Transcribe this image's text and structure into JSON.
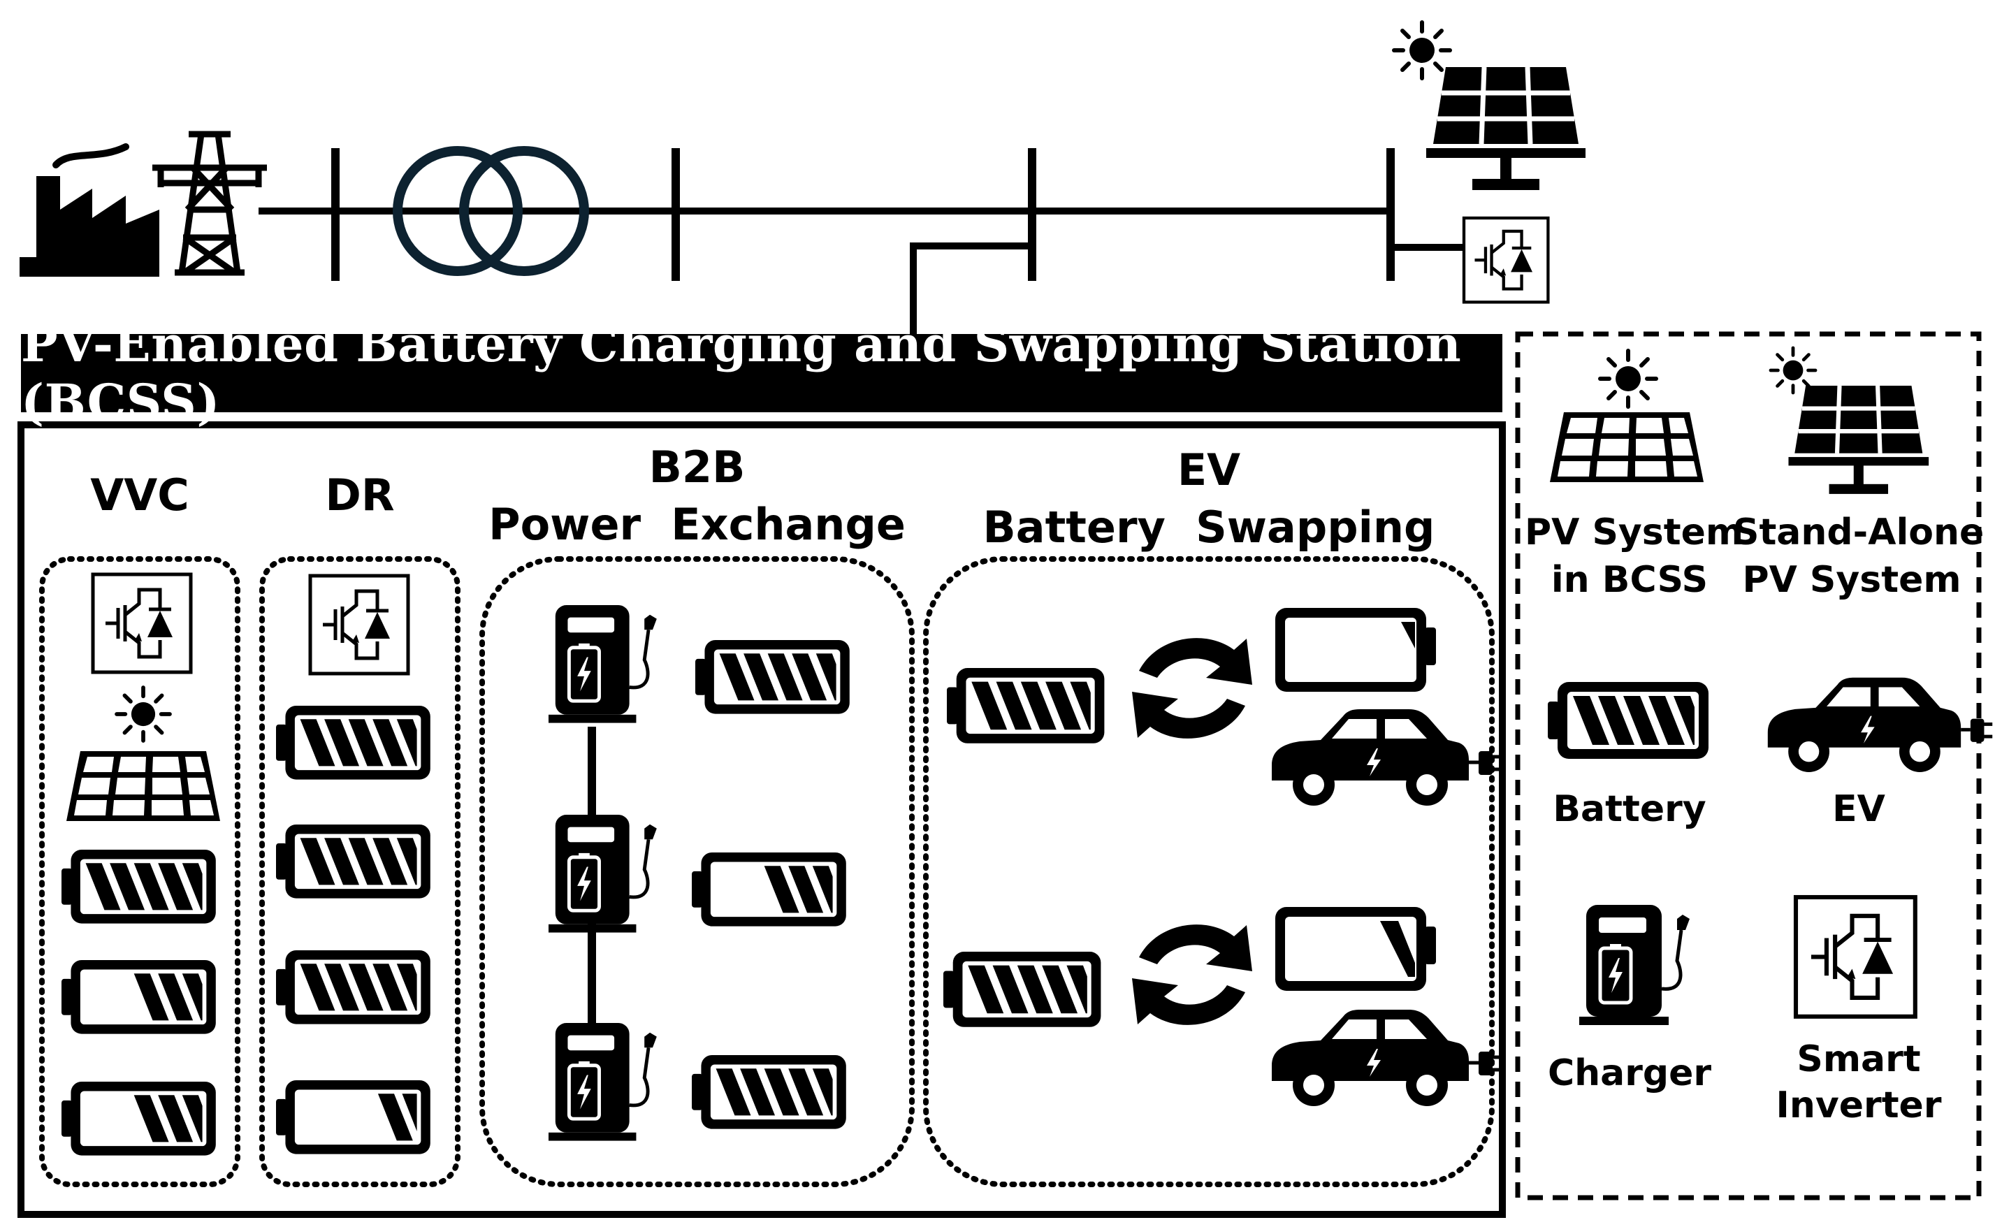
{
  "title": "PV-Enabled Battery Charging and Swapping Station (BCSS)",
  "sections": {
    "vvc": "VVC",
    "dr": "DR",
    "b2b": {
      "line1": "B2B",
      "line2": "Power  Exchange"
    },
    "ev": {
      "line1": "EV",
      "line2": "Battery  Swapping"
    }
  },
  "legend": {
    "pv_bcss": {
      "line1": "PV System",
      "line2": "in BCSS"
    },
    "pv_standalone": {
      "line1": "Stand-Alone",
      "line2": "PV System"
    },
    "battery": "Battery",
    "ev": "EV",
    "charger": "Charger",
    "smart_inverter": {
      "line1": "Smart",
      "line2": "Inverter"
    }
  },
  "icons": [
    "factory-icon",
    "transmission-tower-icon",
    "transformer-icon",
    "solar-panel-icon",
    "sun-icon",
    "smart-inverter-icon",
    "battery-icon",
    "charger-icon",
    "ev-car-icon",
    "swap-arrows-icon"
  ],
  "colors": {
    "ink": "#000000",
    "transformer": "#0d2230",
    "background": "#ffffff"
  }
}
